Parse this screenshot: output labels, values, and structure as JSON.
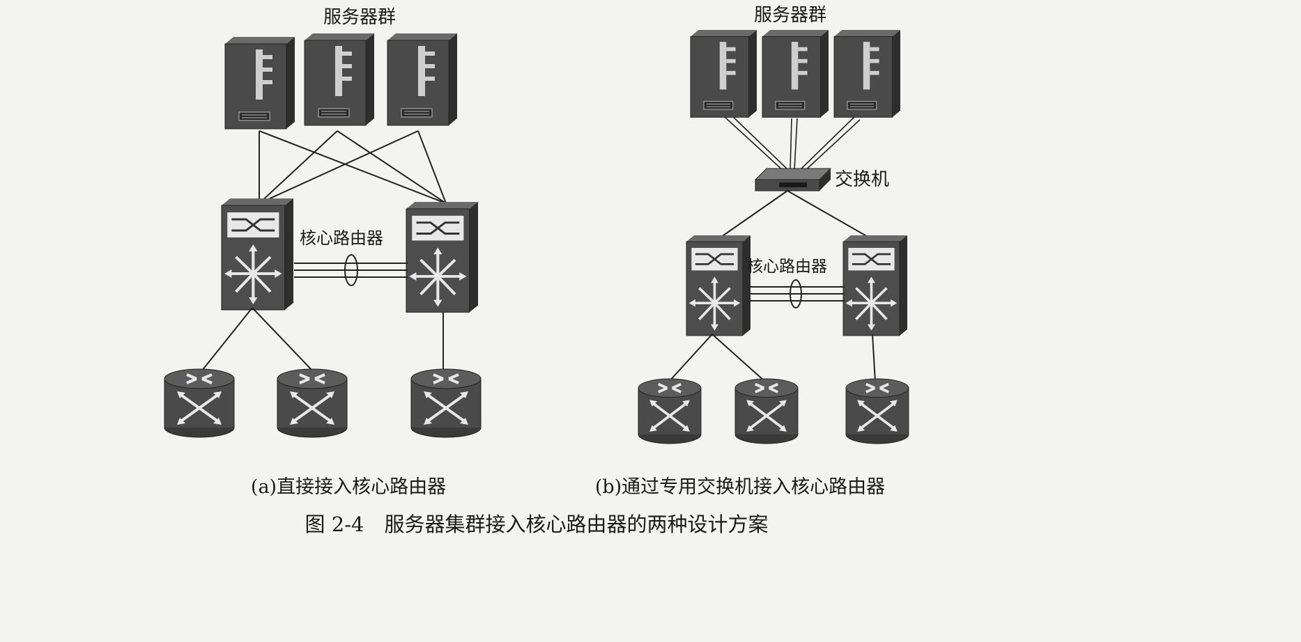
{
  "diagram_a": {
    "server_group_label": "服务器群",
    "core_router_label": "核心路由器",
    "sub_caption": "(a)直接接入核心路由器"
  },
  "diagram_b": {
    "server_group_label": "服务器群",
    "switch_label": "交换机",
    "core_router_label": "核心路由器",
    "sub_caption": "(b)通过专用交换机接入核心路由器"
  },
  "figure_caption": "图 2-4　服务器集群接入核心路由器的两种设计方案",
  "colors": {
    "device_dark": "#4a4a4a",
    "device_side": "#2e2e2e",
    "line": "#222222",
    "background": "#f3f3f1"
  }
}
